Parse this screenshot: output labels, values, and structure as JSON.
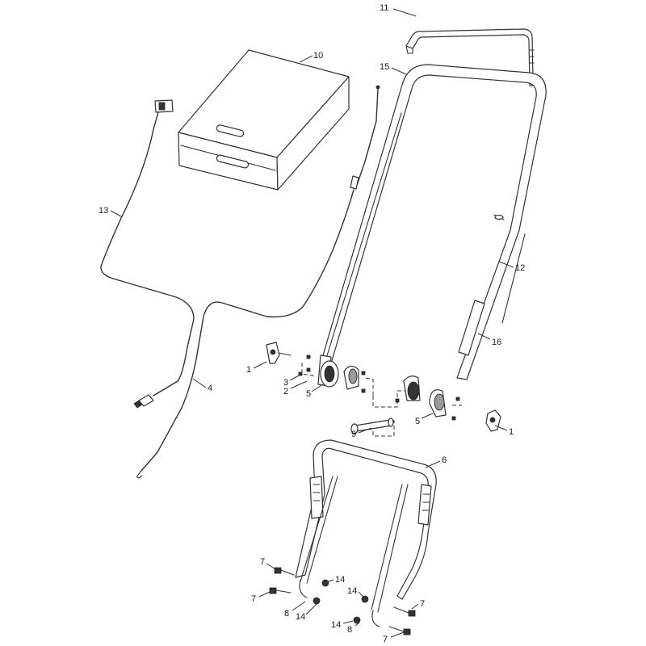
{
  "callouts": [
    {
      "id": "c11",
      "label": "11"
    },
    {
      "id": "c10",
      "label": "10"
    },
    {
      "id": "c15",
      "label": "15"
    },
    {
      "id": "c13",
      "label": "13"
    },
    {
      "id": "c12",
      "label": "12"
    },
    {
      "id": "c16",
      "label": "16"
    },
    {
      "id": "c1a",
      "label": "1"
    },
    {
      "id": "c3",
      "label": "3"
    },
    {
      "id": "c2",
      "label": "2"
    },
    {
      "id": "c5a",
      "label": "5"
    },
    {
      "id": "c4",
      "label": "4"
    },
    {
      "id": "c5b",
      "label": "5"
    },
    {
      "id": "c1b",
      "label": "1"
    },
    {
      "id": "c9",
      "label": "9"
    },
    {
      "id": "c6",
      "label": "6"
    },
    {
      "id": "c7a",
      "label": "7"
    },
    {
      "id": "c14a",
      "label": "14"
    },
    {
      "id": "c7b",
      "label": "7"
    },
    {
      "id": "c8a",
      "label": "8"
    },
    {
      "id": "c14b",
      "label": "14"
    },
    {
      "id": "c14c",
      "label": "14"
    },
    {
      "id": "c7c",
      "label": "7"
    },
    {
      "id": "c14d",
      "label": "14"
    },
    {
      "id": "c8b",
      "label": "8"
    },
    {
      "id": "c7d",
      "label": "7"
    }
  ]
}
